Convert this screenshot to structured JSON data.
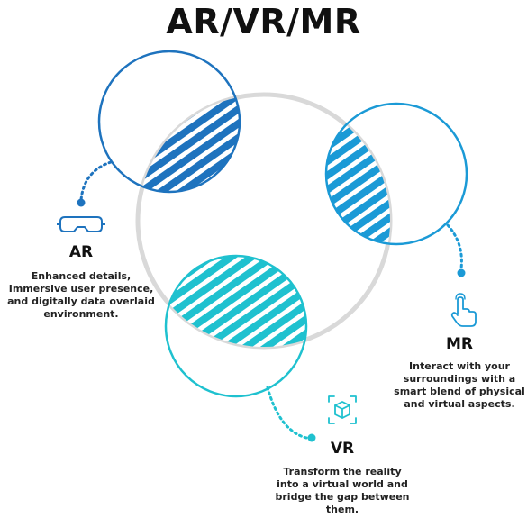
{
  "title": "AR/VR/MR",
  "ar": {
    "label": "AR",
    "description": [
      "Enhanced details,",
      "Immersive user presence,",
      "and digitally data overlaid",
      "environment."
    ],
    "icon": "vr-headset-icon",
    "color": "#1e73be"
  },
  "mr": {
    "label": "MR",
    "description": [
      "Interact with your",
      "surroundings with a",
      "smart blend of physical",
      "and virtual aspects."
    ],
    "icon": "hand-pointer-icon",
    "color": "#1b9ad6"
  },
  "vr": {
    "label": "VR",
    "description": [
      "Transform the reality",
      "into a virtual world and",
      "bridge the gap between",
      "them."
    ],
    "icon": "cube-icon",
    "color": "#1fc1cf"
  },
  "ring_color": "#d9d9d9"
}
